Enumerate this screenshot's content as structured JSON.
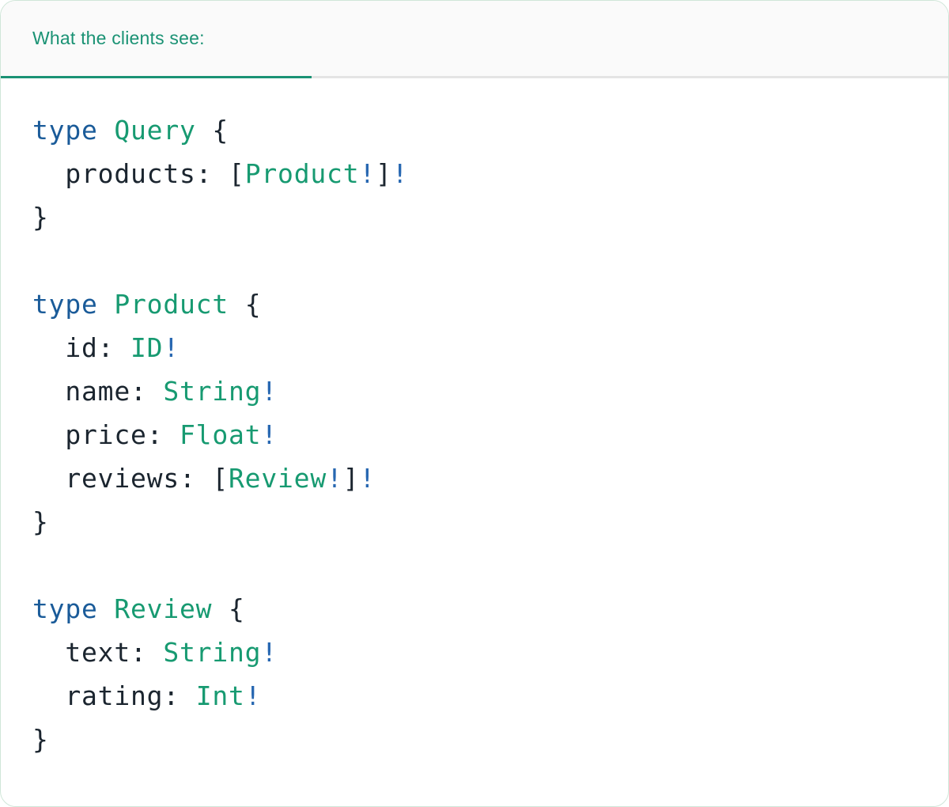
{
  "tab": {
    "label": "What the clients see:"
  },
  "colors": {
    "tab_green": "#1a9274",
    "divider_gray": "#e4e4e4",
    "header_bg": "#fafafa",
    "panel_border": "#cfe6d8",
    "code_plain": "#1b252f",
    "code_keyword": "#1a5b99",
    "code_type": "#179a71",
    "code_bang": "#2767b1"
  },
  "code": {
    "language": "graphql",
    "lines": [
      [
        {
          "t": "type",
          "c": "keyword"
        },
        {
          "t": " ",
          "c": "plain"
        },
        {
          "t": "Query",
          "c": "type"
        },
        {
          "t": " {",
          "c": "plain"
        }
      ],
      [
        {
          "t": "  products: [",
          "c": "plain"
        },
        {
          "t": "Product",
          "c": "type"
        },
        {
          "t": "!",
          "c": "bang"
        },
        {
          "t": "]",
          "c": "plain"
        },
        {
          "t": "!",
          "c": "bang"
        }
      ],
      [
        {
          "t": "}",
          "c": "plain"
        }
      ],
      [],
      [
        {
          "t": "type",
          "c": "keyword"
        },
        {
          "t": " ",
          "c": "plain"
        },
        {
          "t": "Product",
          "c": "type"
        },
        {
          "t": " {",
          "c": "plain"
        }
      ],
      [
        {
          "t": "  id: ",
          "c": "plain"
        },
        {
          "t": "ID",
          "c": "type"
        },
        {
          "t": "!",
          "c": "bang"
        }
      ],
      [
        {
          "t": "  name: ",
          "c": "plain"
        },
        {
          "t": "String",
          "c": "type"
        },
        {
          "t": "!",
          "c": "bang"
        }
      ],
      [
        {
          "t": "  price: ",
          "c": "plain"
        },
        {
          "t": "Float",
          "c": "type"
        },
        {
          "t": "!",
          "c": "bang"
        }
      ],
      [
        {
          "t": "  reviews: [",
          "c": "plain"
        },
        {
          "t": "Review",
          "c": "type"
        },
        {
          "t": "!",
          "c": "bang"
        },
        {
          "t": "]",
          "c": "plain"
        },
        {
          "t": "!",
          "c": "bang"
        }
      ],
      [
        {
          "t": "}",
          "c": "plain"
        }
      ],
      [],
      [
        {
          "t": "type",
          "c": "keyword"
        },
        {
          "t": " ",
          "c": "plain"
        },
        {
          "t": "Review",
          "c": "type"
        },
        {
          "t": " {",
          "c": "plain"
        }
      ],
      [
        {
          "t": "  text: ",
          "c": "plain"
        },
        {
          "t": "String",
          "c": "type"
        },
        {
          "t": "!",
          "c": "bang"
        }
      ],
      [
        {
          "t": "  rating: ",
          "c": "plain"
        },
        {
          "t": "Int",
          "c": "type"
        },
        {
          "t": "!",
          "c": "bang"
        }
      ],
      [
        {
          "t": "}",
          "c": "plain"
        }
      ]
    ]
  }
}
